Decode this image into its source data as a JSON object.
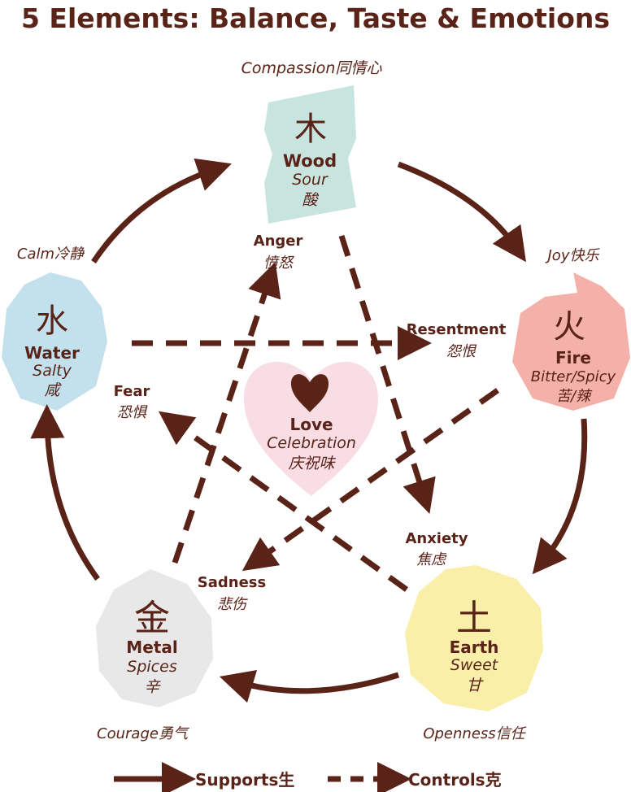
{
  "title": "5 Elements: Balance, Taste & Emotions",
  "colors": {
    "ink": "#5a2318",
    "wood": "#c8e4de",
    "water": "#c2e1ed",
    "fire": "#f3b1aa",
    "earth": "#f9efa9",
    "metal": "#e8e8e8",
    "love": "#f9dde4"
  },
  "elements": {
    "wood": {
      "glyph": "木",
      "name": "Wood",
      "taste": "Sour",
      "taste_cn": "酸",
      "virtue": "Compassion同情心"
    },
    "fire": {
      "glyph": "火",
      "name": "Fire",
      "taste": "Bitter/Spicy",
      "taste_cn": "苦/辣",
      "virtue": "Joy快乐"
    },
    "earth": {
      "glyph": "土",
      "name": "Earth",
      "taste": "Sweet",
      "taste_cn": "甘",
      "virtue": "Openness信任"
    },
    "metal": {
      "glyph": "金",
      "name": "Metal",
      "taste": "Spices",
      "taste_cn": "辛",
      "virtue": "Courage勇气"
    },
    "water": {
      "glyph": "水",
      "name": "Water",
      "taste": "Salty",
      "taste_cn": "咸",
      "virtue": "Calm冷静"
    }
  },
  "center": {
    "name": "Love",
    "sub": "Celebration",
    "sub_cn": "庆祝味"
  },
  "emotions": {
    "anger": {
      "en": "Anger",
      "cn": "愤怒"
    },
    "resentment": {
      "en": "Resentment",
      "cn": "怨恨"
    },
    "fear": {
      "en": "Fear",
      "cn": "恐惧"
    },
    "anxiety": {
      "en": "Anxiety",
      "cn": "焦虑"
    },
    "sadness": {
      "en": "Sadness",
      "cn": "悲伤"
    }
  },
  "legend": {
    "supports": "Supports生",
    "controls": "Controls克"
  }
}
